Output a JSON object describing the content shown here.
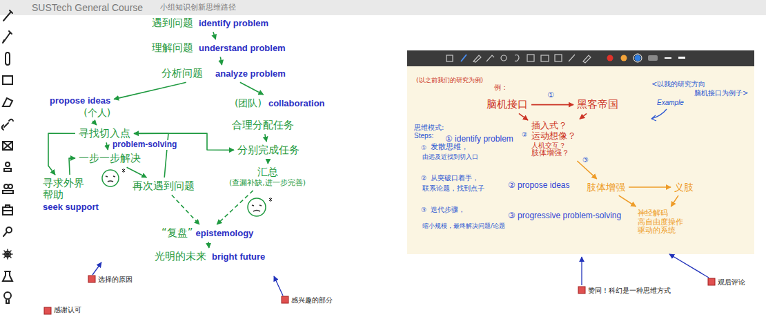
{
  "diagram": {
    "title": "SUSTech General Course",
    "nodes": [
      {
        "text": [
          "遇到问题",
          "identify problem"
        ]
      },
      {
        "text": [
          "理解问题",
          "understand problem"
        ]
      },
      {
        "text": [
          "分析问题",
          "analyze problem"
        ]
      },
      {
        "text": [
          "propose ideas",
          "(个人)"
        ]
      },
      {
        "text": [
          "寻找切入点"
        ]
      },
      {
        "text": [
          "一步一步解决"
        ]
      },
      {
        "text": [
          "寻求外界帮助",
          "seek support"
        ]
      },
      {
        "text": [
          "再次遇到问题"
        ]
      },
      {
        "text": [
          "(团队)",
          "collaboration"
        ]
      },
      {
        "text": [
          "合理分配任务"
        ]
      },
      {
        "text": [
          "分别完成任务"
        ]
      },
      {
        "text": [
          "汇总",
          "(查漏补缺,进一步完善)"
        ]
      },
      {
        "text": [
          "“复盘”",
          "epistemology"
        ]
      },
      {
        "text": [
          "光明的未来",
          "bright future"
        ]
      },
      {
        "text": [
          "脑机接口"
        ]
      },
      {
        "text": [
          "黑客帝国"
        ]
      },
      {
        "text": [
          "插入式？",
          "运动想像？",
          "人机交互？",
          "肢体增强？"
        ]
      },
      {
        "text": [
          "肢体增强"
        ]
      },
      {
        "text": [
          "义肢"
        ]
      },
      {
        "text": [
          "神经解码",
          "高自由度操作",
          "驱动的系统"
        ]
      }
    ],
    "edges": [
      {
        "from": 0,
        "to": 1,
        "arrow": "to"
      },
      {
        "from": 1,
        "to": 2,
        "arrow": "to"
      },
      {
        "from": 2,
        "to": 3,
        "arrow": "to"
      },
      {
        "from": 2,
        "to": 8,
        "arrow": "to"
      },
      {
        "from": 3,
        "to": 4,
        "arrow": "to"
      },
      {
        "from": 4,
        "to": 5,
        "label": "problem-solving",
        "arrow": "to"
      },
      {
        "from": 5,
        "to": 7,
        "arrow": "to"
      },
      {
        "from": 7,
        "to": 4,
        "arrow": "to"
      },
      {
        "from": 4,
        "to": 6,
        "arrow": "to"
      },
      {
        "from": 6,
        "to": 5,
        "arrow": "to"
      },
      {
        "from": 4,
        "to": 10,
        "arrow": "to"
      },
      {
        "from": 9,
        "to": 10,
        "arrow": "to"
      },
      {
        "from": 10,
        "to": 11,
        "arrow": "to"
      },
      {
        "from": 11,
        "to": 12,
        "arrow": "to"
      },
      {
        "from": 7,
        "to": 12,
        "arrow": "to"
      },
      {
        "from": 12,
        "to": 13,
        "arrow": "to"
      },
      {
        "from": 14,
        "to": 15,
        "label": "①",
        "arrow": "to"
      },
      {
        "from": 14,
        "to": 16,
        "arrow": "to"
      },
      {
        "from": 15,
        "to": 16,
        "arrow": "to"
      },
      {
        "from": 16,
        "to": 17,
        "label": "③",
        "arrow": "to"
      },
      {
        "from": 17,
        "to": 18,
        "arrow": "to"
      },
      {
        "from": 17,
        "to": 19,
        "arrow": "to"
      },
      {
        "from": 18,
        "to": 19,
        "arrow": "to"
      }
    ],
    "labels": [
      "小组知识创新思维路径",
      "(以之前我们的研究为例)",
      "例：",
      "<以我的研究方向",
      "脑机接口为例子>",
      "Example",
      "思维模式:",
      "Steps:",
      "① identify problem",
      "②",
      "①",
      "发散思维，",
      "由远及近找到切入口",
      "②",
      "从突破口着手，",
      "联系论题，找到点子",
      "② propose ideas",
      "③",
      "迭代步骤，",
      "缩小规模，最终解决问题/论题",
      "③ progressive problem-solving",
      "感谢认可",
      "选择的原因",
      "感兴趣的部分",
      "赞同！科幻是一种思维方式",
      "观后评论"
    ]
  }
}
